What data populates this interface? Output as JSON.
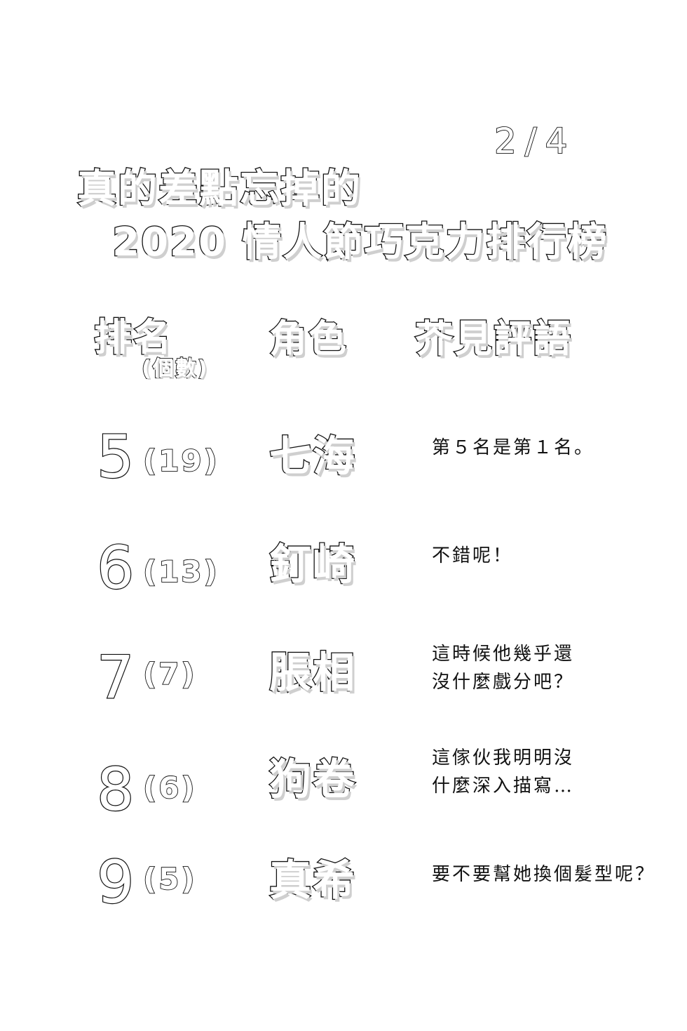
{
  "page_number": "2/4",
  "title": {
    "line1": "真的差點忘掉的",
    "line2": "2020  情人節巧克力排行榜"
  },
  "table_header": {
    "rank": "排名",
    "rank_sub": "(個數)",
    "character": "角色",
    "comment": "芥見評語"
  },
  "rows": [
    {
      "rank": "5",
      "count": "(19)",
      "character": "七海",
      "comment": "第５名是第１名。"
    },
    {
      "rank": "6",
      "count": "(13)",
      "character": "釘崎",
      "comment": "不錯呢！"
    },
    {
      "rank": "7",
      "count": "(7)",
      "character": "脹相",
      "comment": "這時候他幾乎還\n沒什麼戲分吧？"
    },
    {
      "rank": "8",
      "count": "(6)",
      "character": "狗卷",
      "comment": "這傢伙我明明沒\n什麼深入描寫…"
    },
    {
      "rank": "9",
      "count": "(5)",
      "character": "真希",
      "comment": "要不要幫她換個髮型呢？"
    }
  ]
}
